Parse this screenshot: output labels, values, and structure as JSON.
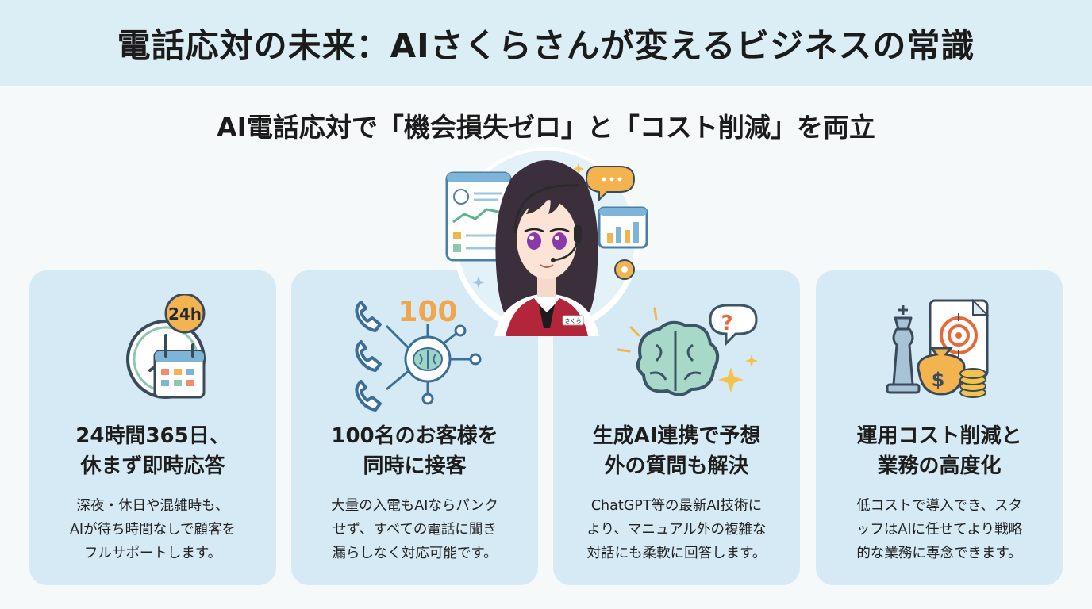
{
  "title": "電話応対の未来：AIさくらさんが変えるビジネスの常識",
  "subtitle": "AI電話応対で「機会損失ゼロ」と「コスト削減」を両立",
  "avatar": {
    "badge": "さくら"
  },
  "cards": [
    {
      "heading_lines": [
        "24時間365日、",
        "休まず即時応答"
      ],
      "body_lines": [
        "深夜・休日や混雑時も、",
        "AIが待ち時間なしで顧客を",
        "フルサポートします。"
      ],
      "icon": "clock-calendar-icon",
      "badge": "24h"
    },
    {
      "heading_lines": [
        "100名のお客様を",
        "同時に接客"
      ],
      "body_lines": [
        "大量の入電もAIならパンク",
        "せず、すべての電話に聞き",
        "漏らしなく対応可能です。"
      ],
      "icon": "phones-brain-network-icon",
      "badge": "100"
    },
    {
      "heading_lines": [
        "生成AI連携で予想",
        "外の質問も解決"
      ],
      "body_lines": [
        "ChatGPT等の最新AI技術に",
        "より、マニュアル外の複雑な",
        "対話にも柔軟に回答します。"
      ],
      "icon": "brain-question-icon",
      "badge": "?"
    },
    {
      "heading_lines": [
        "運用コスト削減と",
        "業務の高度化"
      ],
      "body_lines": [
        "低コストで導入でき、スタ",
        "ッフはAIに任せてより戦略",
        "的な業務に専念できます。"
      ],
      "icon": "chess-target-money-icon",
      "badge": "$"
    }
  ],
  "colors": {
    "header_bg": "#dbeef5",
    "card_bg": "#d6eaf5",
    "accent_orange": "#f0a64a",
    "accent_blue": "#3a6f99",
    "accent_green": "#8cc7b0",
    "uniform_red": "#b3263a"
  }
}
